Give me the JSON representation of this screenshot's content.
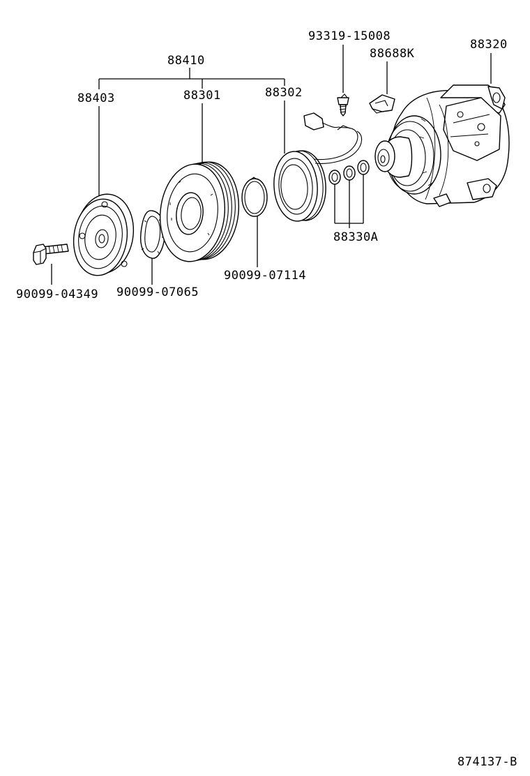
{
  "labels": {
    "clutch_assy": "88410",
    "pressure_plate": "88403",
    "pulley": "88301",
    "stator": "88302",
    "screw": "93319-15008",
    "clamp": "88688K",
    "compressor": "88320",
    "shim_set": "88330A",
    "bolt": "90099-04349",
    "snap_ring_inner": "90099-07065",
    "snap_ring_outer": "90099-07114",
    "figure_code": "874137-B"
  },
  "colors": {
    "line": "#000000",
    "background": "#ffffff"
  }
}
